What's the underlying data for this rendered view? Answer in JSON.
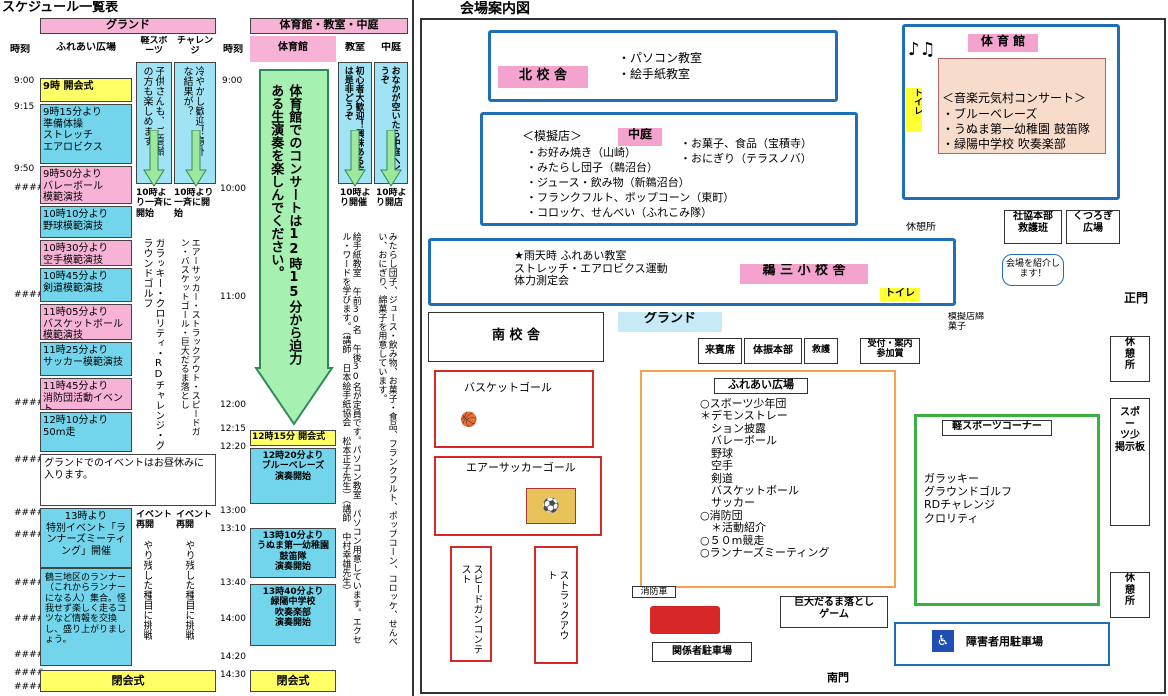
{
  "schedule": {
    "title": "スケジュール一覧表",
    "ground_header": "グランド",
    "hall_header": "体育館・教室・中庭",
    "col_time": "時刻",
    "col_fureai": "ふれあい広場",
    "col_light_sports": "軽スポーツ",
    "col_challenge": "チャレンジ",
    "col_time2": "時刻",
    "col_gym": "体育館",
    "col_class": "教室",
    "col_court": "中庭",
    "times_left": [
      "9:00",
      "9:15",
      "9:50",
      "####",
      "####",
      "####",
      "####",
      "####",
      "####",
      "####",
      "####",
      "####",
      "####",
      "####"
    ],
    "times_right": [
      "9:00",
      "10:00",
      "11:00",
      "12:00",
      "12:15",
      "12:20",
      "13:00",
      "13:10",
      "13:40",
      "14:00",
      "14:20",
      "14:30"
    ],
    "fureai_items": [
      "9時 開会式",
      "9時15分より\n準備体操\nストレッチ\nエアロビクス",
      "9時50分より\nバレーボール\n模範演技",
      "10時10分より\n野球模範演技",
      "10時30分より\n空手模範演技",
      "10時45分より\n剣道模範演技",
      "11時05分より\nバスケットボール\n模範演技",
      "11時25分より\nサッカー模範演技",
      "11時45分より\n消防団活動イベント",
      "12時10分より\n50m走",
      "グランドでのイベントはお昼休みに入ります。",
      "13時より\n特別イベント「ランナーズミーティング」開催",
      "鶴三地区のランナー（これからランナーになる人）集合。怪我せず楽しく走るコツなど情報を交換し、盛り上がりましょう。",
      "閉会式"
    ],
    "light_sports_note": "子供さんも、ご高齢の方も楽しめます。",
    "challenge_note": "冷やかし歓迎！意外な結果が？",
    "light_sports_start": "10時より一斉に開始",
    "challenge_start": "10時より一斉に開始",
    "light_sports_list": "ガラッキー・クロリティ・RDチャレンジ・グラウンドゴルフ",
    "challenge_list": "エアーサッカー・ストラックアウト・スピードガン・バスケットゴール・巨大だるま落とし",
    "event_restart": "イベント再開",
    "light_sports_restart_note": "やり残した種目に挑戦",
    "challenge_restart_note": "やり残した種目に挑戦",
    "gym_arrow_text": "体育館でのコンサートは12時15分から迫力ある生演奏を楽しんでください。",
    "gym_lunch": "12時15分 開会式",
    "gym_items": [
      "12時20分より\nブルーベレーズ\n演奏開始",
      "13時10分より\nうぬま第一幼稚園\n鼓笛隊\n演奏開始",
      "13時40分より\n緑陽中学校\n吹奏楽部\n演奏開始"
    ],
    "gym_closing": "閉会式",
    "class_note": "初心者大歓迎！興味ある方は是非どうぞ",
    "class_start": "10時より開催",
    "class_detail": "絵手紙教室 午前30名 午後30名が定員です。パソコン教室 パソコン用意しています。エクセル・ワードを学びます。（講師 日本絵手紙協会 松本正子先生）（講師 中村幸雄先生）",
    "court_note": "おなかが空いたら中庭へどうぞ",
    "court_start": "10時より開店",
    "court_detail": "みたらし団子、ジュース・飲み物、お菓子・食品、フランクフルト、ポップコーン、コロッケ、せんべい、おにぎり、綿菓子を用意しています。"
  },
  "map": {
    "title": "会場案内図",
    "north_building": "北 校 舎",
    "north_rooms": [
      "・パソコン教室",
      "・絵手紙教室"
    ],
    "gym_label": "体 育 館",
    "concert_title": "＜音楽元気村コンサート＞",
    "concert_items": [
      "・ブルーベレーズ",
      "・うぬま第一幼稚園 鼓笛隊",
      "・緑陽中学校 吹奏楽部"
    ],
    "toilet_label": "トイレ",
    "courtyard_label": "中庭",
    "stall_title": "＜模擬店＞",
    "stalls_left": [
      "・お好み焼き（山崎）",
      "・みたらし団子（鵜沼台）",
      "・ジュース・飲み物（新鵜沼台）",
      "・フランクフルト、ポップコーン（東町）",
      "・コロッケ、せんべい（ふれこみ隊）"
    ],
    "stalls_right": [
      "・お菓子、食品（宝積寺）",
      "・おにぎり（テラスノバ）"
    ],
    "rest_area": "休憩所",
    "hq_label": "社協本部\n救護班",
    "kutsurogi": "くつろぎ\n広場",
    "rain_note": "★雨天時 ふれあい教室\nストレッチ・エアロビクス運動\n体力測定会",
    "school3_label": "鵜 三 小 校 舎",
    "toilet2_label": "トイレ",
    "intro_bubble": "会場を紹介します！",
    "main_gate": "正門",
    "south_building": "南 校 舎",
    "ground_label": "グランド",
    "guest_seats": "来賓席",
    "hq_tent": "体振本部",
    "rescue": "救護",
    "reception": "受付・案内\n参加賞",
    "candy_shop": "模擬店綿\n菓子",
    "rest2": "休\n憩\n所",
    "sports_sign": "スポ\nー\nツ少\n掲示板",
    "rest3": "休\n憩\n所",
    "basketball": "バスケットゴール",
    "air_soccer": "エアーサッカーゴール",
    "fureai_plaza": "ふれあい広場",
    "fureai_list": "○スポーツ少年団\n＊デモンストレー\n　ション披露\n　バレーボール\n　野球\n　空手\n　剣道\n　バスケットボール\n　サッカー\n○消防団\n　＊活動紹介\n○５０m競走\n○ランナーズミーティング",
    "light_corner": "軽スポーツコーナー",
    "light_list": "ガラッキー\nグラウンドゴルフ\nRDチャレンジ\nクロリティ",
    "speedgun": "スピードガンコンテスト",
    "struckout": "ストラックアウト",
    "fire_truck": "消防車",
    "daruma": "巨大だるま落とし\nゲーム",
    "staff_parking": "関係者駐車場",
    "south_gate": "南門",
    "disabled_parking": "障害者用駐車場"
  }
}
